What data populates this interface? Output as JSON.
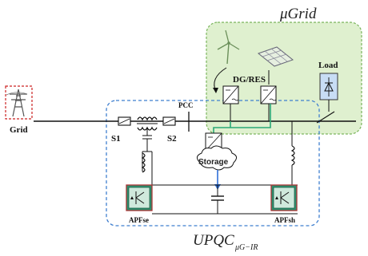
{
  "labels": {
    "mugrid_mu": "μ",
    "mugrid_text": "Grid",
    "load": "Load",
    "dg_res": "DG/RES",
    "pcc": "PCC",
    "grid": "Grid",
    "s1": "S1",
    "s2": "S2",
    "storage": "Storage",
    "apf_se": "APFse",
    "apf_sh": "APFsh",
    "upqc_main": "UPQC",
    "upqc_sub": "μG−IR"
  },
  "colors": {
    "microgrid_fill": "#dff0cf",
    "microgrid_border": "#7ab55c",
    "upqc_border": "#3f7fcf",
    "grid_border": "#cc2222",
    "dc_link": "#2aa876",
    "storage_arrow": "#2f6fd8",
    "apf_fill": "#2f8f6f",
    "load_fill": "#c8ddf5"
  }
}
